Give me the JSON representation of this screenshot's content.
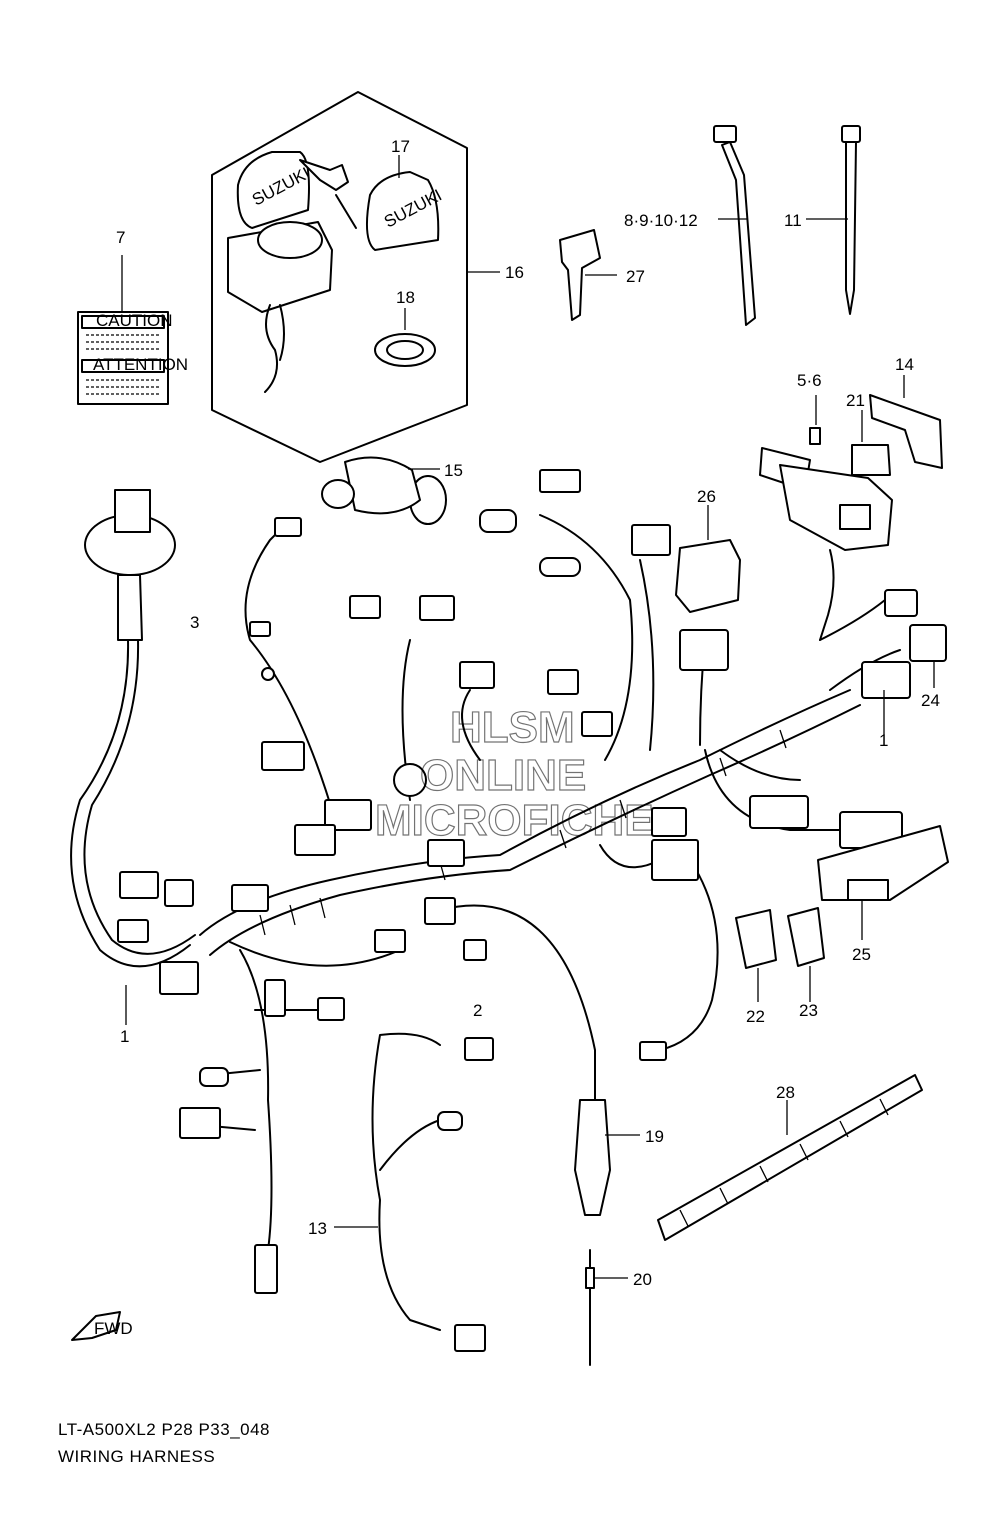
{
  "diagram": {
    "model_code": "LT-A500XL2 P28 P33_048",
    "title": "WIRING HARNESS",
    "watermark": [
      "HLSM",
      "ONLINE",
      "MICROFICHE"
    ],
    "direction_mark": "FWD",
    "label_caution": "CAUTION",
    "label_attention": "ATTENTION",
    "brand_on_key": "SUZUKI",
    "callouts": {
      "c1a": "1",
      "c1b": "1",
      "c2": "2",
      "c3": "3",
      "c5": "5·6",
      "c7": "7",
      "c8": "8·9·10·12",
      "c11": "11",
      "c13": "13",
      "c14": "14",
      "c15": "15",
      "c16": "16",
      "c17": "17",
      "c18": "18",
      "c19": "19",
      "c20": "20",
      "c21": "21",
      "c22": "22",
      "c23": "23",
      "c24": "24",
      "c25": "25",
      "c26": "26",
      "c27": "27",
      "c28": "28"
    }
  }
}
